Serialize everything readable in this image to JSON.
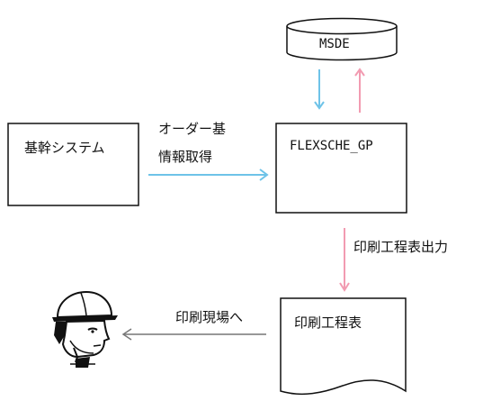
{
  "nodes": {
    "kikan": {
      "label": "基幹システム"
    },
    "flexsche": {
      "label": "FLEXSCHE_GP"
    },
    "msde": {
      "label": "MSDE"
    },
    "print_doc": {
      "label": "印刷工程表"
    },
    "worker": {
      "icon": "worker-hardhat-icon"
    }
  },
  "edges": {
    "order_info": {
      "line1": "オーダー基",
      "line2": "情報取得",
      "color": "#6ec3e8"
    },
    "print_output": {
      "label": "印刷工程表出力",
      "color": "#f29bb1"
    },
    "to_site": {
      "label": "印刷現場へ",
      "color": "#777777"
    },
    "msde_down": {
      "color": "#6ec3e8"
    },
    "msde_up": {
      "color": "#f29bb1"
    }
  }
}
